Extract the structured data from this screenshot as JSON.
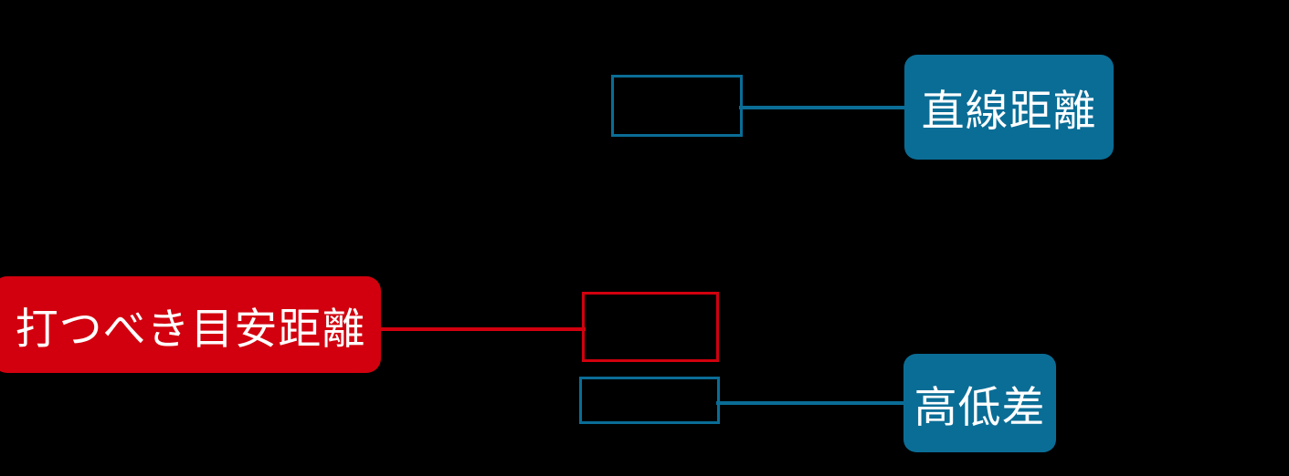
{
  "diagram": {
    "title": "",
    "background_color": "#000000",
    "colors": {
      "primary_red": "#D2000E",
      "primary_teal": "#0A6D96",
      "text_on_fill": "#FFFFFF"
    },
    "root_node": {
      "label": "打つべき目安距離",
      "shape": "rounded-rectangle",
      "fill": "#D2000E",
      "text_color": "#FFFFFF"
    },
    "placeholder_boxes": [
      {
        "name": "straight-distance-value",
        "label": "",
        "shape": "rectangle",
        "fill": "none",
        "border_color": "#0A6D96"
      },
      {
        "name": "target-distance-value",
        "label": "",
        "shape": "rectangle",
        "fill": "none",
        "border_color": "#D2000E"
      },
      {
        "name": "elevation-difference-value",
        "label": "",
        "shape": "rectangle",
        "fill": "none",
        "border_color": "#0A6D96"
      }
    ],
    "leaf_nodes": [
      {
        "name": "straight-distance",
        "label": "直線距離",
        "shape": "rounded-rectangle",
        "fill": "#0A6D96",
        "text_color": "#FFFFFF"
      },
      {
        "name": "elevation-difference",
        "label": "高低差",
        "shape": "rounded-rectangle",
        "fill": "#0A6D96",
        "text_color": "#FFFFFF"
      }
    ],
    "connectors": [
      {
        "name": "root-to-target",
        "color": "#D2000E"
      },
      {
        "name": "target-to-straight-distance",
        "color": "#0A6D96"
      },
      {
        "name": "target-to-elevation-difference",
        "color": "#0A6D96"
      }
    ]
  }
}
